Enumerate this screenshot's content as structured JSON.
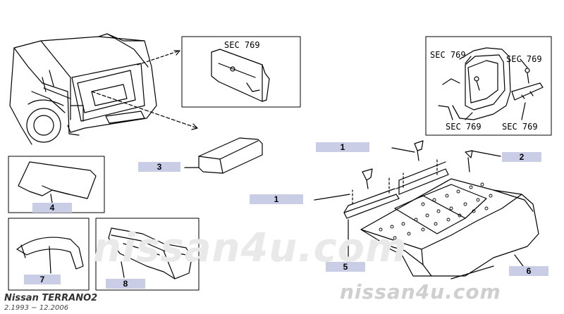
{
  "callouts": {
    "c1_top": "1",
    "c1_mid": "1",
    "c2": "2",
    "c3": "3",
    "c4": "4",
    "c5": "5",
    "c6": "6",
    "c7": "7",
    "c8": "8"
  },
  "sec_refs": {
    "top_box": "SEC 769",
    "right_tl": "SEC 769",
    "right_tr": "SEC 769",
    "right_bl": "SEC 769",
    "right_br": "SEC 769"
  },
  "watermark": {
    "center": "nissan4u.com",
    "corner": "nissan4u.com"
  },
  "caption": {
    "model": "Nissan  TERRANO2",
    "dates": "2.1993  −  12.2006"
  },
  "colors": {
    "label_bg": "#c9cde6",
    "line": "#000000",
    "watermark": "#e9e9e9"
  }
}
